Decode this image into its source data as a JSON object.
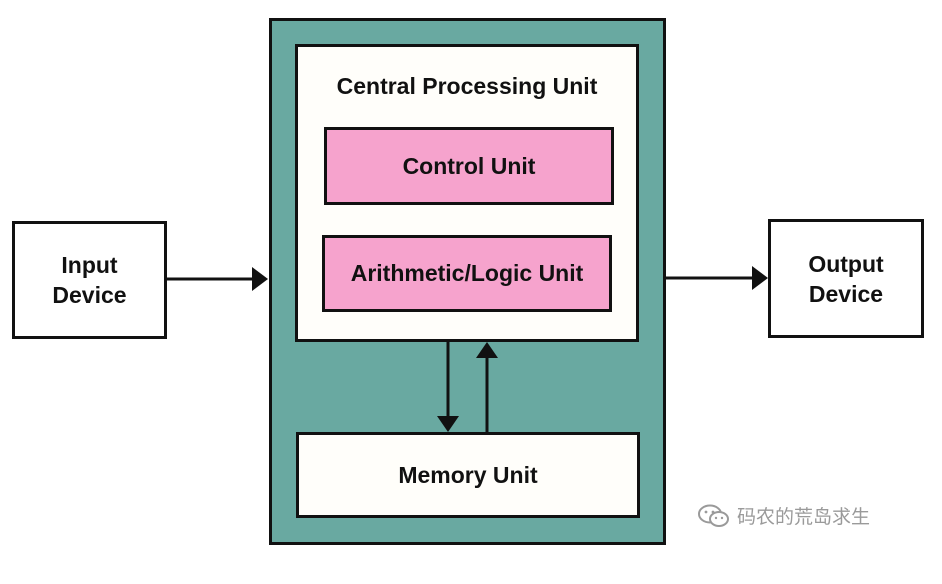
{
  "colors": {
    "teal": "#69a9a1",
    "pink": "#f6a3cd",
    "border": "#111111",
    "watermark": "#9a9a9a"
  },
  "input_device": {
    "line1": "Input",
    "line2": "Device"
  },
  "output_device": {
    "line1": "Output",
    "line2": "Device"
  },
  "cpu": {
    "title": "Central Processing Unit",
    "control_unit": "Control Unit",
    "alu": "Arithmetic/Logic Unit"
  },
  "memory": {
    "label": "Memory Unit"
  },
  "watermark": {
    "icon": "wechat-icon",
    "text": "码农的荒岛求生"
  }
}
